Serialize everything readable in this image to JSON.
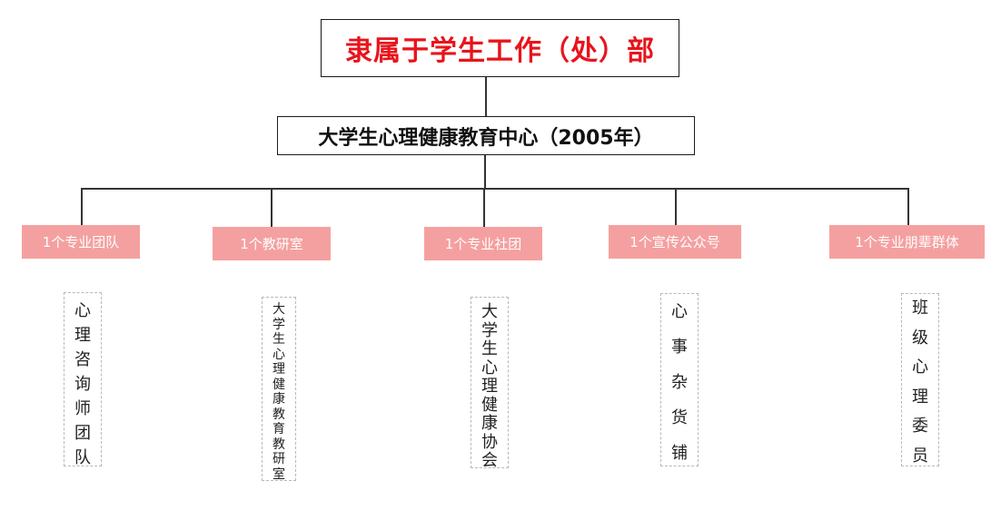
{
  "diagram": {
    "top_box": "隶属于学生工作（处）部",
    "center_box": "大学生心理健康教育中心（2005年）",
    "categories": [
      {
        "label": "1个专业团队",
        "members": "心理咨询师团队"
      },
      {
        "label": "1个教研室",
        "members": "大学生心理健康教育教研室"
      },
      {
        "label": "1个专业社团",
        "members": "大学生心理健康协会"
      },
      {
        "label": "1个宣传公众号",
        "members": "心事杂货铺"
      },
      {
        "label": "1个专业朋辈群体",
        "members": "班级心理委员"
      }
    ],
    "colors": {
      "title_red": "#e8141c",
      "category_pink": "#f5a0a0",
      "text_dark": "#111111"
    }
  }
}
